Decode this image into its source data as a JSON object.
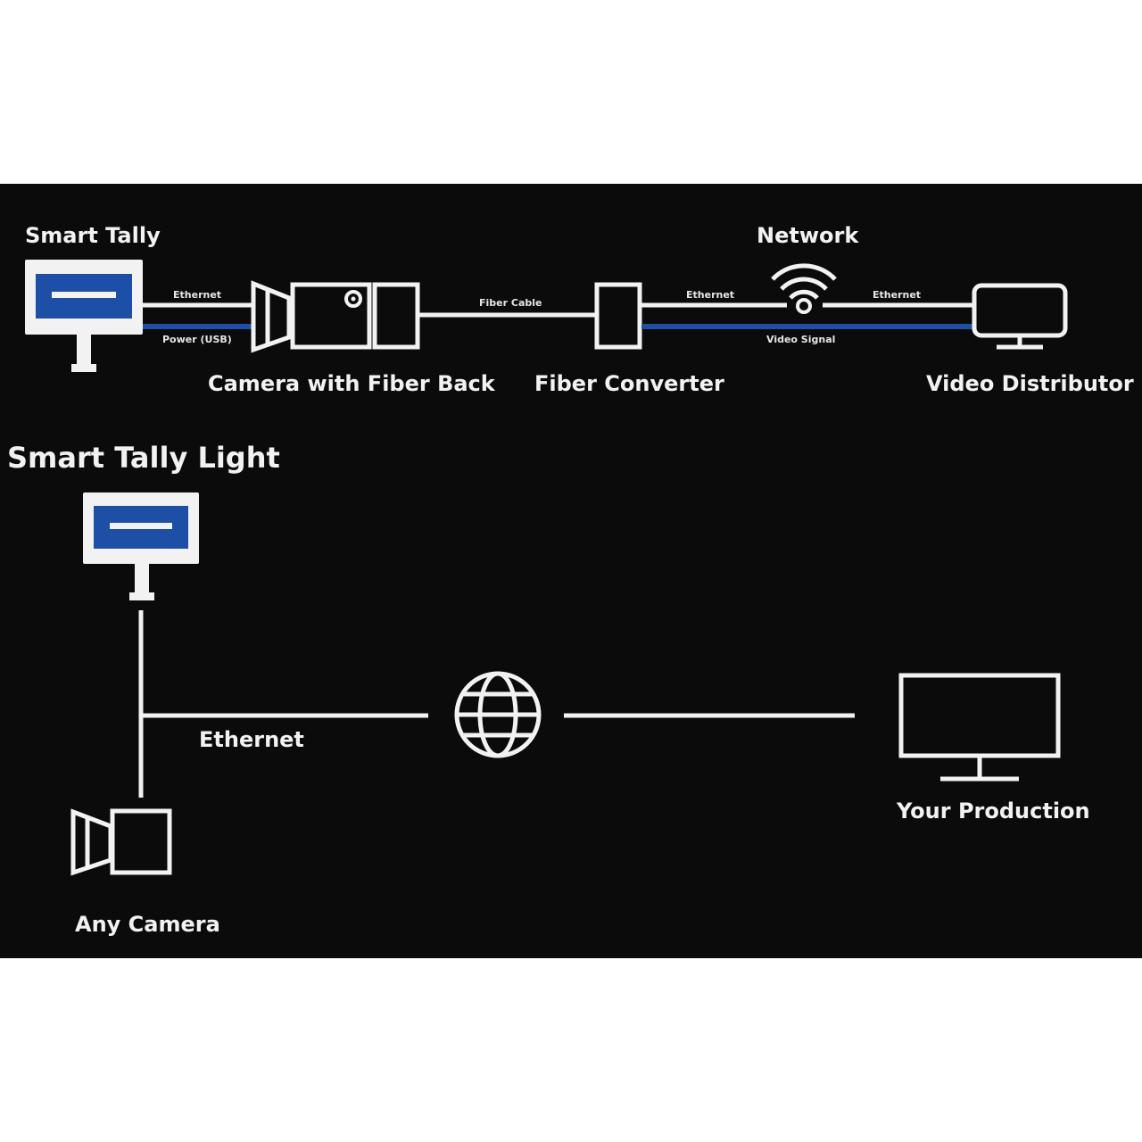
{
  "diagram_top": {
    "smart_tally": "Smart Tally",
    "network": "Network",
    "camera_with_fiber_back": "Camera with Fiber Back",
    "fiber_converter": "Fiber Converter",
    "video_distributor": "Video Distributor",
    "link_ethernet_1": "Ethernet",
    "link_power_usb": "Power (USB)",
    "link_fiber_cable": "Fiber Cable",
    "link_ethernet_2": "Ethernet",
    "link_video_signal": "Video Signal",
    "link_ethernet_3": "Ethernet"
  },
  "diagram_bottom": {
    "title": "Smart Tally Light",
    "link_ethernet": "Ethernet",
    "your_production": "Your Production",
    "any_camera": "Any Camera"
  },
  "colors": {
    "background": "#0b0b0b",
    "line": "#f2f2f2",
    "accent_blue": "#1d4fa6"
  },
  "icons": [
    "tally-light-icon",
    "camera-icon",
    "fiber-converter-icon",
    "wifi-icon",
    "monitor-icon",
    "globe-icon"
  ]
}
